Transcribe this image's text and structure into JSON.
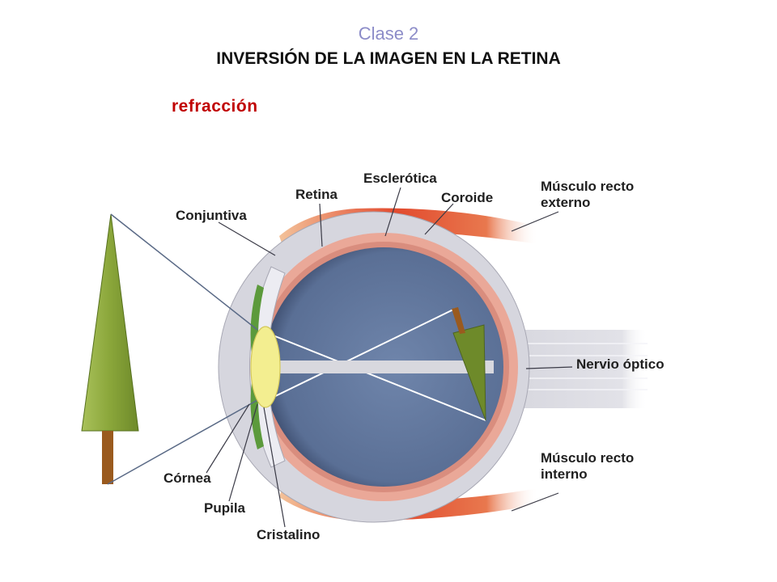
{
  "header": {
    "subtitle": "Clase 2",
    "title": "INVERSIÓN DE LA IMAGEN EN LA RETINA",
    "keyword": "refracción"
  },
  "diagram": {
    "labels": {
      "retina": "Retina",
      "esclerotica": "Esclerótica",
      "coroide": "Coroide",
      "conjuntiva": "Conjuntiva",
      "musculo_externo_1": "Músculo recto",
      "musculo_externo_2": "externo",
      "nervio_optico": "Nervio óptico",
      "musculo_interno_1": "Músculo recto",
      "musculo_interno_2": "interno",
      "cornea": "Córnea",
      "pupila": "Pupila",
      "cristalino": "Cristalino"
    }
  },
  "colors": {
    "tree_green": "#8aa63a",
    "trunk_brown": "#9a5a1e",
    "sclera_gray": "#d6d6de",
    "choroid_pink": "#eaa898",
    "vitreous_blue": "#5a6f95",
    "lens_yellow": "#f3ee90",
    "muscle_red": "#e24a2e"
  }
}
